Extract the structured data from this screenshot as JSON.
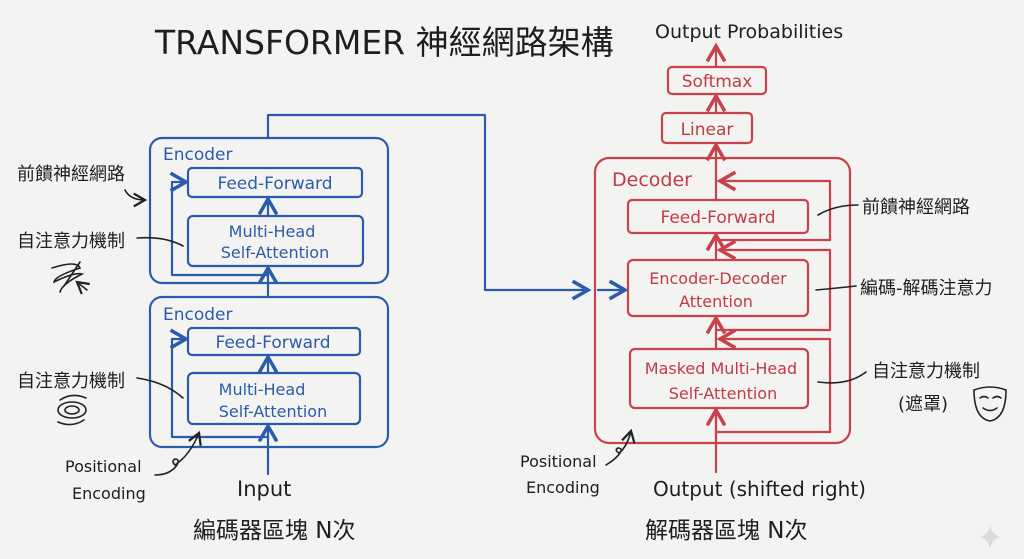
{
  "title": "TRANSFORMER 神經網路架構",
  "output_probabilities": "Output Probabilities",
  "softmax": "Softmax",
  "linear": "Linear",
  "encoder": {
    "blocks": [
      {
        "label": "Encoder",
        "feed_forward": "Feed-Forward",
        "attention_line1": "Multi-Head",
        "attention_line2": "Self-Attention"
      },
      {
        "label": "Encoder",
        "feed_forward": "Feed-Forward",
        "attention_line1": "Multi-Head",
        "attention_line2": "Self-Attention"
      }
    ],
    "annotations": {
      "feed_forward": "前饋神經網路",
      "self_attention_1": "自注意力機制",
      "self_attention_2": "自注意力機制",
      "positional_line1": "Positional",
      "positional_line2": "Encoding"
    },
    "input": "Input",
    "caption": "編碼器區塊 N次",
    "color": "#2b5cab"
  },
  "decoder": {
    "label": "Decoder",
    "feed_forward": "Feed-Forward",
    "cross_attention_line1": "Encoder-Decoder",
    "cross_attention_line2": "Attention",
    "masked_line1": "Masked Multi-Head",
    "masked_line2": "Self-Attention",
    "annotations": {
      "feed_forward": "前饋神經網路",
      "cross_attention": "編碼-解碼注意力",
      "self_attention": "自注意力機制",
      "mask": "(遮罩)",
      "positional_line1": "Positional",
      "positional_line2": "Encoding"
    },
    "output": "Output (shifted right)",
    "caption": "解碼器區塊 N次",
    "color": "#c8424c"
  }
}
